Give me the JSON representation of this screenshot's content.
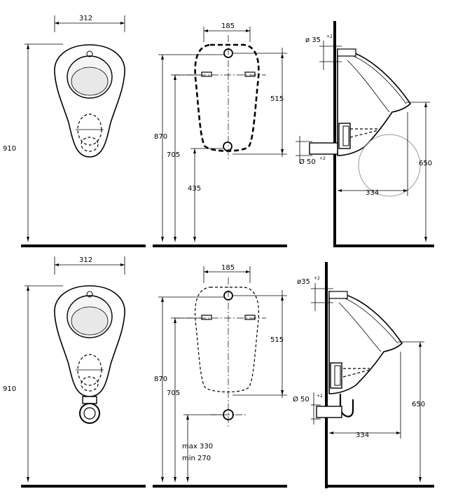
{
  "top_row": {
    "front": {
      "width": "312",
      "height": "910"
    },
    "mounting": {
      "hole_spacing": "185",
      "fixing_height": "870",
      "inlet_height": "705",
      "hole_distance": "515",
      "outlet_height": "435"
    },
    "side": {
      "inlet_diameter": "ø 35",
      "inlet_diameter_tol": "+2",
      "outlet_diameter": "Ø 50",
      "outlet_diameter_tol": "+2",
      "projection": "334",
      "rim_height": "650"
    }
  },
  "bottom_row": {
    "front": {
      "width": "312",
      "height": "910"
    },
    "mounting": {
      "hole_spacing": "185",
      "fixing_height": "870",
      "inlet_height": "705",
      "hole_distance": "515",
      "outlet_max": "max 330",
      "outlet_min": "min 270"
    },
    "side": {
      "inlet_diameter": "ø35",
      "inlet_diameter_tol": "+2",
      "outlet_diameter": "Ø 50",
      "outlet_diameter_tol": "+2",
      "projection": "334",
      "rim_height": "650"
    }
  }
}
